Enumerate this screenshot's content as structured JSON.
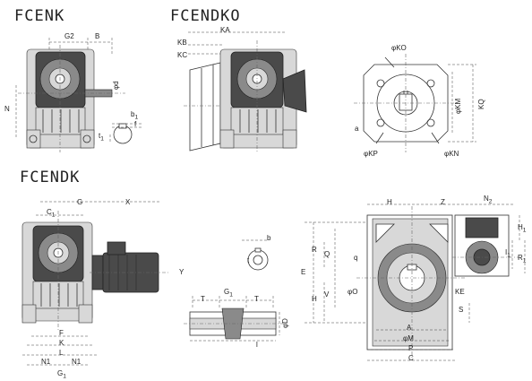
{
  "titles": {
    "fcenk": "FCENK",
    "fcendko": "FCENDKO",
    "fcendk": "FCENDK"
  },
  "labels": {
    "G2": "G2",
    "B": "B",
    "N": "N",
    "phi_d": "φd",
    "b1": "b",
    "b1_sub": "1",
    "t1": "t",
    "t1_sub": "1",
    "f": "f",
    "KA": "KA",
    "KB": "KB",
    "KC": "KC",
    "phi_KO": "φKO",
    "phi_KM": "φKM",
    "KQ": "KQ",
    "a": "a",
    "phi_KP": "φKP",
    "phi_KN": "φKN",
    "C1": "C",
    "C1_sub": "1",
    "G": "G",
    "X": "X",
    "Y": "Y",
    "F": "F",
    "K": "K",
    "L": "L",
    "N1_left": "N1",
    "N1_right": "N1",
    "G1_bottom": "G",
    "G1_bottom_sub": "1",
    "b": "b",
    "t": "t",
    "T_left": "T",
    "G1_shaft": "G",
    "G1_shaft_sub": "1",
    "T_right": "T",
    "phi_D": "φD",
    "l": "l",
    "H_top": "H",
    "Z": "Z",
    "N2": "N",
    "N2_sub": "2",
    "H1": "H",
    "H1_sub": "1",
    "I1": "I",
    "I1_sub": "1",
    "R1": "R",
    "R1_sub": "1",
    "R": "R",
    "Q": "Q",
    "E": "E",
    "q": "q",
    "V": "V",
    "H_left": "H",
    "phi_O": "φO",
    "KE": "KE",
    "S": "S",
    "A": "A",
    "phi_M": "φM",
    "P": "P",
    "C": "C"
  }
}
